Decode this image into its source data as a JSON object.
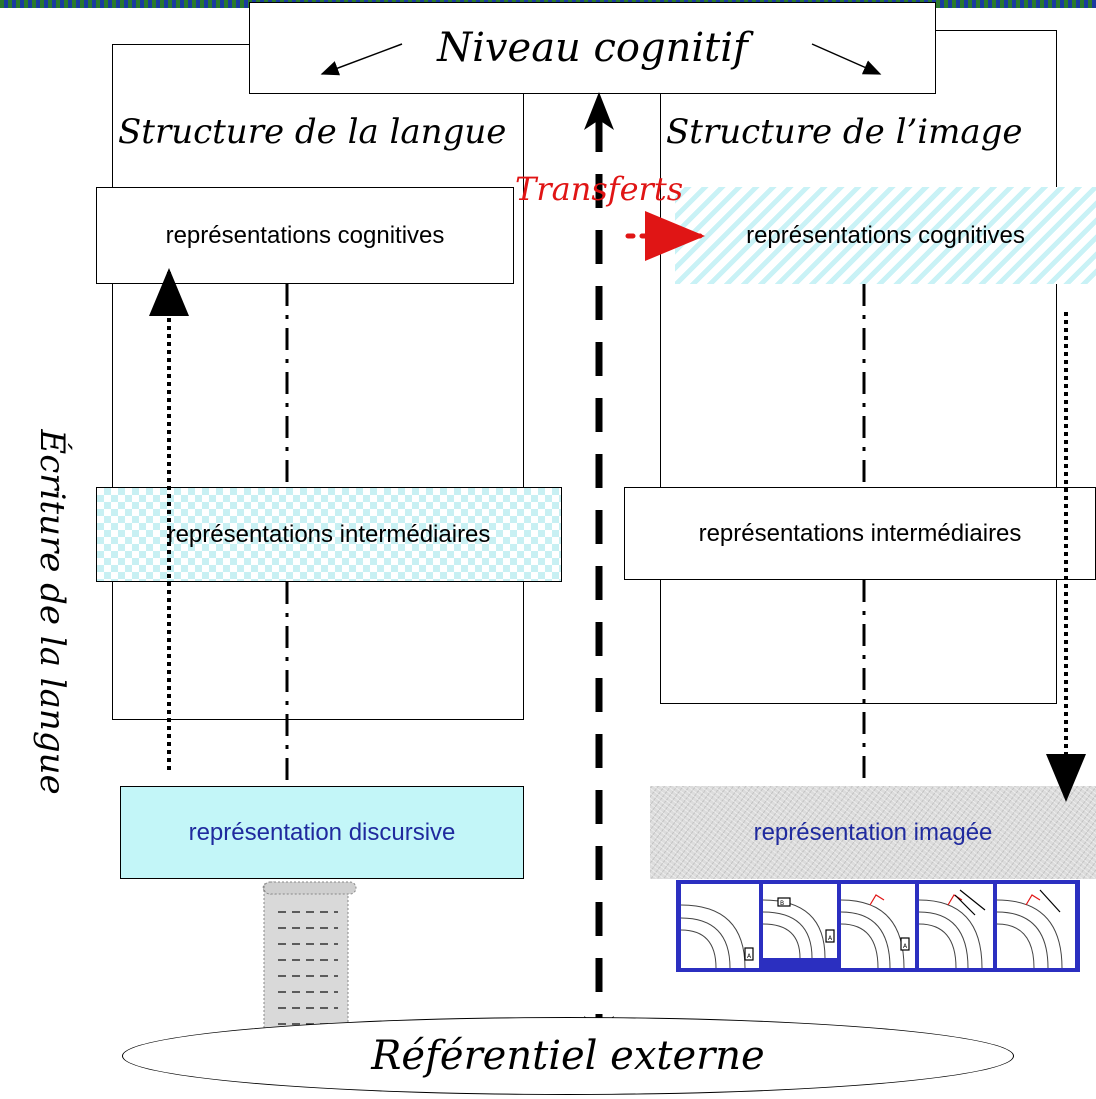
{
  "top_level": "Niveau cognitif",
  "bottom_level": "Référentiel externe",
  "side_label": "Écriture de la langue",
  "transfer_label": "Transferts",
  "left_column": {
    "title": "Structure de la langue",
    "cognitive": "représentations cognitives",
    "intermediate": "représentations intermédiaires",
    "concrete": "représentation discursive"
  },
  "right_column": {
    "title": "Structure de l’image",
    "cognitive": "représentations cognitives",
    "intermediate": "représentations intermédiaires",
    "concrete": "représentation imagée"
  },
  "image_strip": {
    "panel_count": 5,
    "marker_a": "A",
    "marker_b": "B"
  },
  "colors": {
    "transfer": "#e01515",
    "discursive_text": "#1f2a9e",
    "strip_border": "#2b2fc0",
    "cyan_fill": "#c3f6f8"
  }
}
